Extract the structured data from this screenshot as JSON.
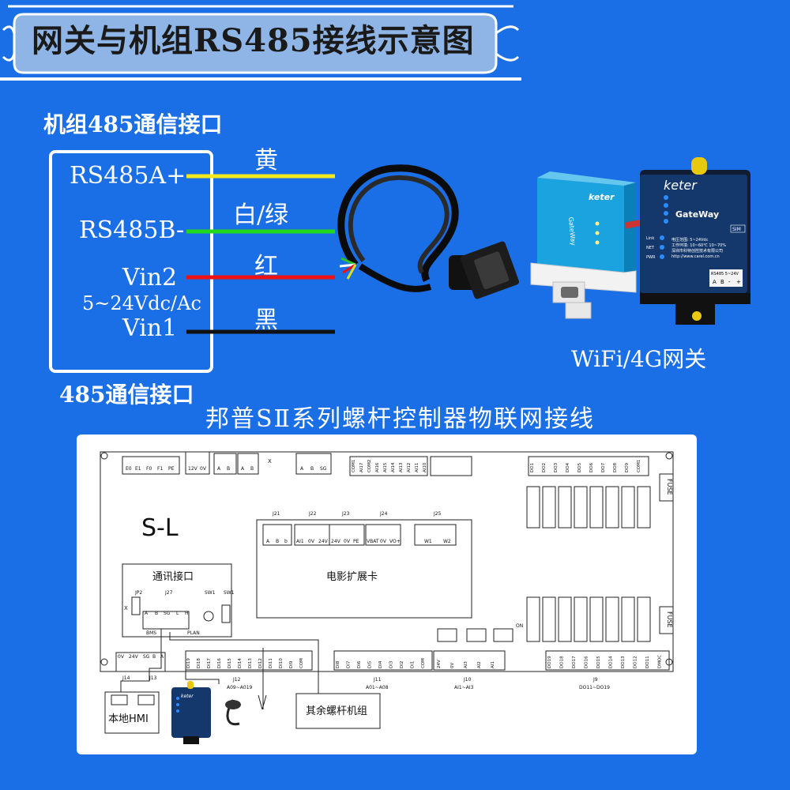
{
  "title": "网关与机组RS485接线示意图",
  "unit_section": {
    "header": "机组485通信接口",
    "footer": "485通信接口",
    "pins": [
      {
        "label": "RS485A+",
        "wire": "黄",
        "color": "#f5e81c"
      },
      {
        "label": "RS485B-",
        "wire": "白/绿",
        "color": "#22d81c"
      },
      {
        "label": "Vin2",
        "wire": "红",
        "color": "#ee1111"
      },
      {
        "label": "Vin1",
        "wire": "黑",
        "color": "#111111"
      }
    ],
    "voltage_note": "5~24Vdc/Ac"
  },
  "gateway": {
    "caption": "WiFi/4G网关",
    "brand": "keter",
    "model": "GateWay",
    "sim": "SIM",
    "led_labels": [
      "Link",
      "NET",
      "PWR"
    ],
    "spec_lines": [
      "电压范围: 5~24Vdc",
      "工作环境: 10~60℃ 10~70%",
      "深圳市科特创控技术有限公司",
      "http://www.carel.com.cn"
    ],
    "terminal_header": "RS485 5~24V",
    "terminal_cells": [
      "A",
      "B",
      "-",
      "+"
    ]
  },
  "board": {
    "caption": "邦普SⅡ系列螺杆控制器物联网接线",
    "model_label": "S-L",
    "comm_box_label": "通讯接口",
    "expansion_label": "电影扩展卡",
    "fuse": "FUSE",
    "hmi_label": "本地HMI",
    "other_label": "其余螺杆机组",
    "bms": "BMS",
    "plan": "PLAN",
    "top_left_terms": [
      "E0",
      "E1",
      "F0",
      "F1",
      "PE"
    ],
    "power_terms": [
      "12V",
      "0V"
    ],
    "ab_terms": [
      "A",
      "B"
    ],
    "absg_terms": [
      "A",
      "B",
      "SG"
    ],
    "ai_top_terms": [
      "COM1",
      "AI17",
      "COM2",
      "AI16",
      "AI15",
      "AI14",
      "AI13",
      "AI12",
      "AI11",
      "AI10"
    ],
    "do_top_terms": [
      "DO1",
      "DO2",
      "DO3",
      "DO4",
      "DO5",
      "DO6",
      "DO7",
      "DO8",
      "DO9",
      "COM1"
    ],
    "exp_headers": [
      "J21",
      "J22",
      "J23",
      "J24",
      "J25"
    ],
    "exp_terms": [
      [
        "A",
        "B",
        "b"
      ],
      [
        "AI1",
        "0V",
        "24V"
      ],
      [
        "24V",
        "0V",
        "PE"
      ],
      [
        "VBAT",
        "0V",
        "VO+"
      ],
      [
        "W1",
        "W2"
      ]
    ],
    "sw_labels": [
      "JP2",
      "J27",
      "SW1",
      "SW1"
    ],
    "j27_terms": [
      "A",
      "B",
      "SG",
      "L",
      "H"
    ],
    "x_mark": "X",
    "j14_j13_terms": [
      "0V",
      "24V",
      "SG",
      "B",
      "A"
    ],
    "j14": "J14",
    "j13": "J13",
    "di_terms": [
      "DI19",
      "DI18",
      "DI17",
      "DI16",
      "DI15",
      "DI14",
      "DI13",
      "DI12",
      "DI11",
      "DI10",
      "DI9",
      "COM"
    ],
    "j12": "J12",
    "j12_range": "A09~A019",
    "ai_bottom_terms": [
      "DI8",
      "DI7",
      "DI6",
      "DI5",
      "DI4",
      "DI3",
      "DI2",
      "DI1",
      "COM"
    ],
    "j11": "J11",
    "j11_range": "A01~A08",
    "ai2_terms": [
      "24V",
      "0V",
      "AI3",
      "AI2",
      "AI1"
    ],
    "j10": "J10",
    "j10_range": "AI1~AI3",
    "do_bottom_terms": [
      "DO19",
      "DO18",
      "DO17",
      "DO16",
      "DO15",
      "DO14",
      "DO13",
      "DO12",
      "DO11",
      "DMOC"
    ],
    "j9": "J9",
    "j9_range": "DO11~DO19",
    "on": "ON"
  }
}
